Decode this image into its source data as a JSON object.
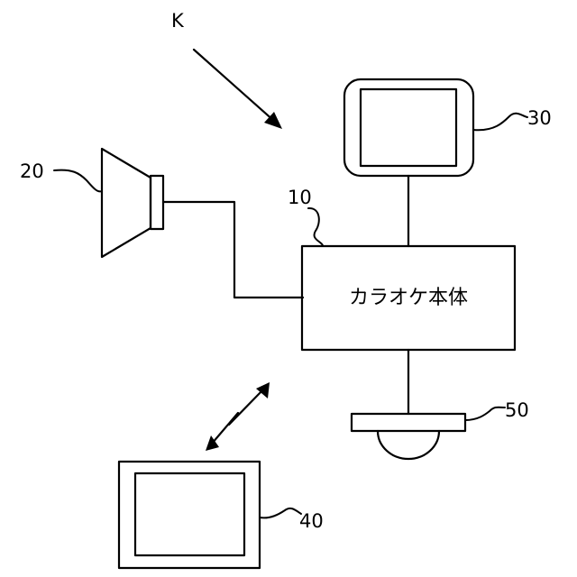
{
  "figure_label": "K",
  "main_unit": {
    "ref": "10",
    "label": "カラオケ本体"
  },
  "speaker": {
    "ref": "20"
  },
  "monitor": {
    "ref": "30"
  },
  "remote": {
    "ref": "40"
  },
  "camera": {
    "ref": "50"
  }
}
